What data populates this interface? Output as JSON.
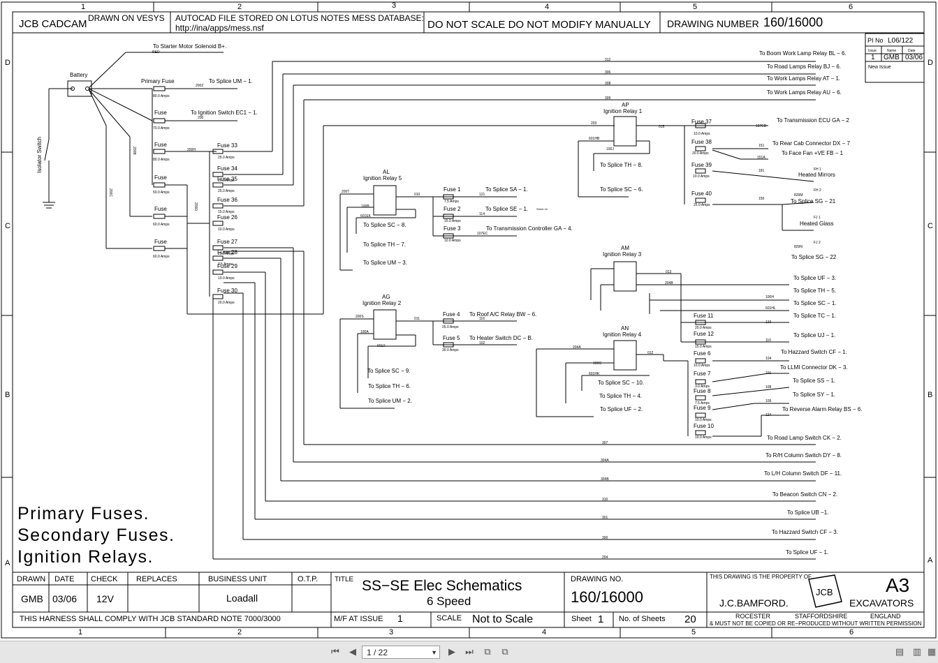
{
  "header": {
    "jcb_cadcam": "JCB CADCAM",
    "drawn_on": "DRAWN ON VESYS",
    "autocad_line1": "AUTOCAD FILE STORED ON LOTUS NOTES MESS DATABASE:",
    "autocad_line2": "http://ina/apps/mess.nsf",
    "do_not_scale": "DO NOT SCALE DO NOT MODIFY MANUALLY",
    "drawing_number_label": "DRAWING NUMBER",
    "drawing_number": "160/16000"
  },
  "grid": {
    "columns": [
      "1",
      "2",
      "3",
      "4",
      "5",
      "6"
    ],
    "rows": [
      "D",
      "C",
      "B",
      "A"
    ]
  },
  "issue_box": {
    "pi_label": "PI No",
    "pi_value": "L06/122",
    "issue_h": "Issue",
    "name_h": "Name",
    "date_h": "Date",
    "issue": "1",
    "name": "GMB",
    "date": "03/06",
    "note": "New Issue"
  },
  "left_block": {
    "battery": "Battery",
    "isolator": "Isolator Switch",
    "starter": "To Starter Motor Solenoid B+.",
    "red": "RED",
    "primary_fuse": "Primary Fuse",
    "f1_amps": "80.0 Amps",
    "splice_um1": "To Splice UM − 1.",
    "w200z": "200Z",
    "fuse_a": "Fuse",
    "f2_amps": "70.0 Amps",
    "ign_sw": "To Ignition Switch EC1 − 1.",
    "w200": "200",
    "fuse_b": "Fuse",
    "f3_amps": "80.0 Amps",
    "w200h": "200H",
    "fuse_c": "Fuse",
    "f4_amps": "50.0 Amps",
    "fuse_d": "Fuse",
    "f5_amps": "60.0 Amps",
    "fuse_e": "Fuse",
    "f6_amps": "60.0 Amps",
    "w200b": "200B",
    "w200c": "200C",
    "w200d": "200D"
  },
  "fuse_column": [
    {
      "label": "Fuse 33",
      "amps": "25.0 Amps"
    },
    {
      "label": "Fuse 34",
      "amps": "20.0 Amps"
    },
    {
      "label": "Fuse 35",
      "amps": "25.0 Amps"
    },
    {
      "label": "Fuse 36",
      "amps": "15.0 Amps"
    },
    {
      "label": "Fuse 26",
      "amps": "10.0 Amps"
    },
    {
      "label": "Fuse 27",
      "amps": "25.0 Amps"
    },
    {
      "label": "Fuse 28",
      "amps": "7.5 Amps"
    },
    {
      "label": "Fuse 29",
      "amps": "10.0 Amps"
    },
    {
      "label": "Fuse 30",
      "amps": "20.0 Amps"
    }
  ],
  "relay_al": {
    "code": "AL",
    "name": "Ignition Relay 5",
    "w200t": "200T",
    "w010": "010",
    "w100b": "100B",
    "w601ek": "601EK",
    "s1": "To Splice SC − 8.",
    "s2": "To Splice TH − 7.",
    "s3": "To Splice UM − 3.",
    "fuses": [
      {
        "label": "Fuse 1",
        "amps": "7.5 Amps",
        "wire": "121",
        "dest": "To Splice SA − 1."
      },
      {
        "label": "Fuse 2",
        "amps": "15.0 Amps",
        "wire": "114",
        "dest": "To Splice SE − 1."
      },
      {
        "label": "Fuse 3",
        "amps": "10.0 Amps",
        "wire": "107EC",
        "dest": "To Transmission Controller GA − 4."
      }
    ],
    "sheet_note": "Sheet 1b"
  },
  "relay_ag": {
    "code": "AG",
    "name": "Ignition Relay 2",
    "w200s": "200S",
    "w011": "011",
    "w100a": "100A",
    "w601x": "601X",
    "s1": "To Splice SC − 9.",
    "s2": "To Splice TH − 6.",
    "s3": "To Splice UM − 2.",
    "fuses": [
      {
        "label": "Fuse 4",
        "amps": "25.0 Amps",
        "wire": "116",
        "dest": "To Roof A/C Relay BW − 6."
      },
      {
        "label": "Fuse 5",
        "amps": "30.0 Amps",
        "wire": "102",
        "dest": "To Heater Switch DC − B."
      }
    ]
  },
  "top_wires": [
    {
      "num": "312",
      "dest": "To Boom Work Lamp Relay BL − 6."
    },
    {
      "num": "",
      "dest": "To Road Lamps Relay BJ − 6."
    },
    {
      "num": "306",
      "dest": ""
    },
    {
      "num": "308",
      "dest": "To Work Lamps Relay AT − 1."
    },
    {
      "num": "309",
      "dest": "To Work Lamps Relay AU − 6."
    }
  ],
  "relay_ap": {
    "code": "AP",
    "name": "Ignition Relay 1",
    "w203": "203",
    "w015": "015",
    "w601hb": "601HB",
    "w100j": "100J",
    "s1": "To Splice TH − 8.",
    "s2": "To Splice SC − 6.",
    "fuses": [
      {
        "label": "Fuse 37",
        "amps": "10.0 Amps",
        "wire": "107ED",
        "dest": "To Transmission ECU GA − 2"
      },
      {
        "label": "Fuse 38",
        "amps": "20.0 Amps",
        "wire": "151",
        "dest": "To Rear Cab Connector DX − 7"
      },
      {
        "label": "Fuse 39",
        "amps": "10.0 Amps",
        "wire": "181",
        "dest": "Heated Mirrors"
      },
      {
        "label": "Fuse 40",
        "amps": "25.0 Amps",
        "wire": "150",
        "dest": "To Splice SG − 21"
      }
    ],
    "w151a": "151A",
    "face_fan": "To Face Fan +VE FB − 1",
    "fh1": "FH 1",
    "fh2": "FH 2",
    "w829m": "829M",
    "fj1": "FJ 1",
    "heated_glass": "Heated Glass",
    "fj2": "FJ 2",
    "w829n": "829N",
    "sg22": "To Splice SG − 22"
  },
  "relay_am": {
    "code": "AM",
    "name": "Ignition Relay 3",
    "w013": "013",
    "w204b": "204B",
    "w100h": "100H",
    "w601hl": "601HL",
    "w133": "133",
    "w110": "110",
    "dests": [
      "To Splice UF − 3.",
      "To Splice TH − 5.",
      "To Splice SC − 1.",
      "To Splice TC − 1.",
      "To Splice UJ − 1."
    ],
    "fuses": [
      {
        "label": "Fuse 11",
        "amps": "20.0 Amps"
      },
      {
        "label": "Fuse 12",
        "amps": "15.0 Amps"
      }
    ]
  },
  "relay_an": {
    "code": "AN",
    "name": "Ignition Relay 4",
    "w204a": "204A",
    "w012": "012",
    "w100g": "100G",
    "w601hk": "601HK",
    "s1": "To Splice SC − 10.",
    "s2": "To Splice TH − 4.",
    "s3": "To Splice UF − 2.",
    "fuses": [
      {
        "label": "Fuse 6",
        "amps": "10.0 Amps",
        "wire": "104",
        "dest": "To Hazzard Switch CF − 1."
      },
      {
        "label": "Fuse 7",
        "amps": "3.0 Amps",
        "wire": "101",
        "dest": "To LLMI Connector DK − 3."
      },
      {
        "label": "Fuse 8",
        "amps": "7.5 Amps",
        "wire": "108",
        "dest": "To Splice SS − 1."
      },
      {
        "label": "Fuse 9",
        "amps": "10.0 Amps",
        "wire": "109",
        "dest": "To Splice SY − 1."
      },
      {
        "label": "Fuse 10",
        "amps": "10.0 Amps",
        "wire": "124",
        "dest": "To Reverse Alarm Relay BS − 6."
      }
    ]
  },
  "bottom_wires": [
    {
      "num": "307",
      "dest": "To Road Lamp Switch CK − 2."
    },
    {
      "num": "304A",
      "dest": "To R/H Column Switch DY − 8."
    },
    {
      "num": "304B",
      "dest": "To L/H Column Switch DF − 11."
    },
    {
      "num": "310",
      "dest": "To Beacon Switch CN − 2."
    },
    {
      "num": "301",
      "dest": "To Splice UB −1."
    },
    {
      "num": "300",
      "dest": "To Hazzard Switch CF − 3."
    },
    {
      "num": "204",
      "dest": "To Splice UF − 1."
    }
  ],
  "legend": [
    "Primary Fuses.",
    "Secondary Fuses.",
    "Ignition Relays."
  ],
  "title_block": {
    "drawn_h": "DRAWN",
    "date_h": "DATE",
    "check_h": "CHECK",
    "replaces_h": "REPLACES",
    "bu_h": "BUSINESS UNIT",
    "otp_h": "O.T.P.",
    "drawn": "GMB",
    "date": "03/06",
    "check": "12V",
    "bu": "Loadall",
    "title_h": "TITLE",
    "title1": "SS−SE Elec Schematics",
    "title2": "6 Speed",
    "dwg_no_h": "DRAWING NO.",
    "dwg_no": "160/16000",
    "property": "THIS DRAWING IS THE PROPERTY OF",
    "a3": "A3",
    "bamford": "J.C.BAMFORD.",
    "excavators": "EXCAVATORS",
    "logo": "JCB",
    "rocester": "ROCESTER",
    "staffs": "STAFFORDSHIRE",
    "england": "ENGLAND",
    "copyright": "& MUST NOT BE COPIED OR RE−PRODUCED WITHOUT WRITTEN PERMISSION",
    "harness": "THIS HARNESS SHALL COMPLY WITH JCB STANDARD NOTE 7000/3000",
    "mf_h": "M/F AT ISSUE",
    "mf": "1",
    "scale_h": "SCALE",
    "scale": "Not to Scale",
    "sheet_h": "Sheet",
    "sheet": "1",
    "nsheets_h": "No. of Sheets",
    "nsheets": "20"
  },
  "viewer": {
    "page_indicator": "1 / 22"
  }
}
